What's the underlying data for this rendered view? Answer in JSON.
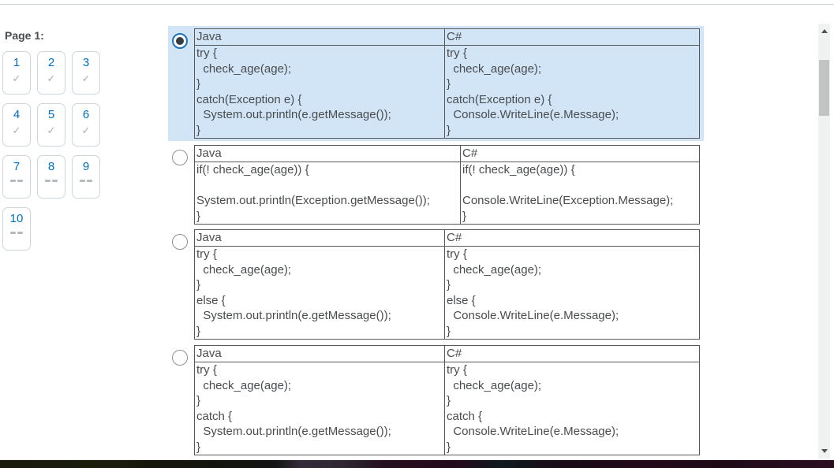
{
  "colors": {
    "accent-blue": "#006fbf",
    "selection-fill": "#d2e5f7",
    "selection-ring": "#1e73b8",
    "text": "#494c4e",
    "table-border": "#55595c",
    "muted-icon": "#a9aeb2",
    "button-border": "#ced6dd",
    "radio-border": "#8d9298",
    "radio-dot": "#383d42",
    "scroll-track": "#f0f1f1",
    "scroll-thumb": "#c2c4c4",
    "scroll-arrow": "#4f5355",
    "top-divider": "#d0d7dd"
  },
  "pager": {
    "label": "Page 1:",
    "check_glyph": "✓",
    "questions": [
      {
        "number": "1",
        "status": "answered"
      },
      {
        "number": "2",
        "status": "answered"
      },
      {
        "number": "3",
        "status": "answered"
      },
      {
        "number": "4",
        "status": "answered"
      },
      {
        "number": "5",
        "status": "answered"
      },
      {
        "number": "6",
        "status": "answered"
      },
      {
        "number": "7",
        "status": "unanswered"
      },
      {
        "number": "8",
        "status": "unanswered"
      },
      {
        "number": "9",
        "status": "unanswered"
      },
      {
        "number": "10",
        "status": "unanswered"
      }
    ]
  },
  "question": {
    "options": [
      {
        "state": "selected",
        "columns": [
          "Java",
          "C#"
        ],
        "java_code": "try {\n  check_age(age);\n}\ncatch(Exception e) {\n  System.out.println(e.getMessage());\n}",
        "csharp_code": "try {\n  check_age(age);\n}\ncatch(Exception e) {\n  Console.WriteLine(e.Message);\n}"
      },
      {
        "state": "unselected",
        "columns": [
          "Java",
          "C#"
        ],
        "java_code": "if(! check_age(age)) {\n\nSystem.out.println(Exception.getMessage());\n}",
        "csharp_code": "if(! check_age(age)) {\n\nConsole.WriteLine(Exception.Message);\n}"
      },
      {
        "state": "unselected",
        "columns": [
          "Java",
          "C#"
        ],
        "java_code": "try {\n  check_age(age);\n}\nelse {\n  System.out.println(e.getMessage());\n}",
        "csharp_code": "try {\n  check_age(age);\n}\nelse {\n  Console.WriteLine(e.Message);\n}"
      },
      {
        "state": "unselected",
        "columns": [
          "Java",
          "C#"
        ],
        "java_code": "try {\n  check_age(age);\n}\ncatch {\n  System.out.println(e.getMessage());\n}",
        "csharp_code": "try {\n  check_age(age);\n}\ncatch {\n  Console.WriteLine(e.Message);\n}"
      }
    ]
  }
}
